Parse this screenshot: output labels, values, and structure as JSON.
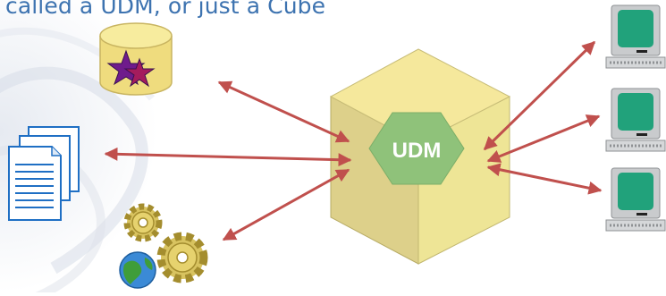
{
  "slide": {
    "title": "called a UDM, or just a Cube"
  },
  "diagram": {
    "cube": {
      "label": "UDM"
    },
    "sources": [
      "database-star",
      "documents",
      "gears-globe"
    ],
    "clients": [
      "computer-1",
      "computer-2",
      "computer-3"
    ],
    "colors": {
      "arrow": "#c0504d",
      "hexagon": "#8fc27a",
      "cube_top": "#f5e89c",
      "cube_left": "#ddd08a",
      "cube_right": "#eee596",
      "monitor_screen": "#21a27b",
      "document_line": "#1f6fc4",
      "star": "#6f1b8c"
    }
  }
}
